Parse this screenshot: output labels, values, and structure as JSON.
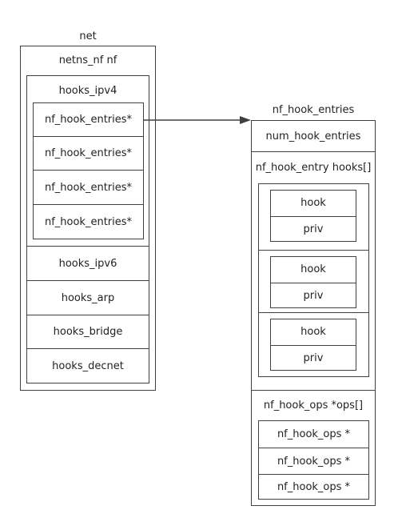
{
  "net": {
    "title": "net",
    "netns_label": "netns_nf nf",
    "hooks_ipv4": {
      "label": "hooks_ipv4",
      "entries": [
        "nf_hook_entries*",
        "nf_hook_entries*",
        "nf_hook_entries*",
        "nf_hook_entries*"
      ]
    },
    "other_hooks": [
      "hooks_ipv6",
      "hooks_arp",
      "hooks_bridge",
      "hooks_decnet"
    ]
  },
  "nf_hook_entries": {
    "title": "nf_hook_entries",
    "num_label": "num_hook_entries",
    "hooks_label": "nf_hook_entry hooks[]",
    "entries": [
      {
        "hook": "hook",
        "priv": "priv"
      },
      {
        "hook": "hook",
        "priv": "priv"
      },
      {
        "hook": "hook",
        "priv": "priv"
      }
    ],
    "ops_label": "nf_hook_ops *ops[]",
    "ops": [
      "nf_hook_ops *",
      "nf_hook_ops *",
      "nf_hook_ops *"
    ]
  }
}
